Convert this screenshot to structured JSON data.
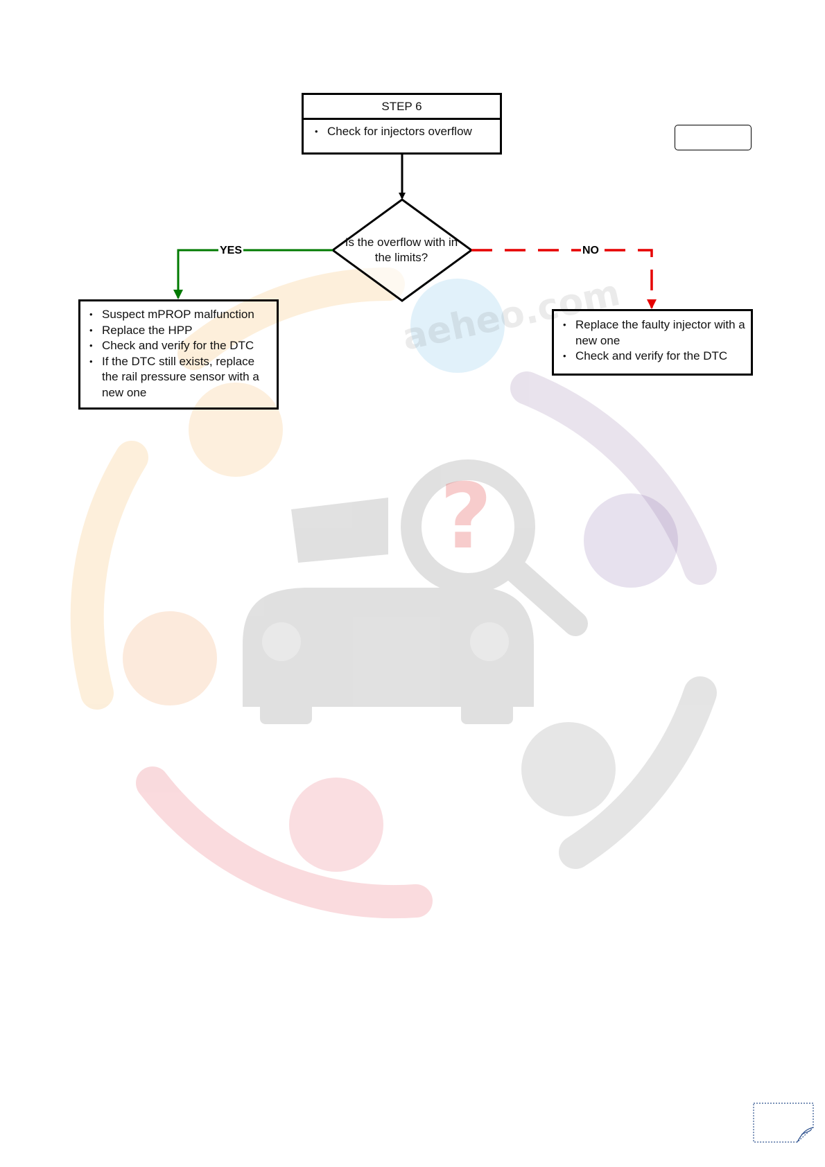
{
  "colors": {
    "yes_line": "#007a00",
    "no_line": "#e60000",
    "outline": "#000000",
    "watermark_gray": "#c8c8c8"
  },
  "step": {
    "title": "STEP 6",
    "items": [
      "Check for injectors overflow"
    ]
  },
  "decision": {
    "question": "Is the overflow with in the limits?"
  },
  "branches": {
    "yes_label": "YES",
    "no_label": "NO"
  },
  "yes_actions": [
    "Suspect mPROP malfunction",
    "Replace the HPP",
    "Check and verify for the DTC",
    "If the DTC still exists, replace the rail pressure sensor with a new one"
  ],
  "no_actions": [
    "Replace the faulty  injector with a new one",
    "Check and verify for the DTC"
  ],
  "watermark": {
    "text": "aeheo.com",
    "icon": "car-magnifier-question-icon"
  }
}
